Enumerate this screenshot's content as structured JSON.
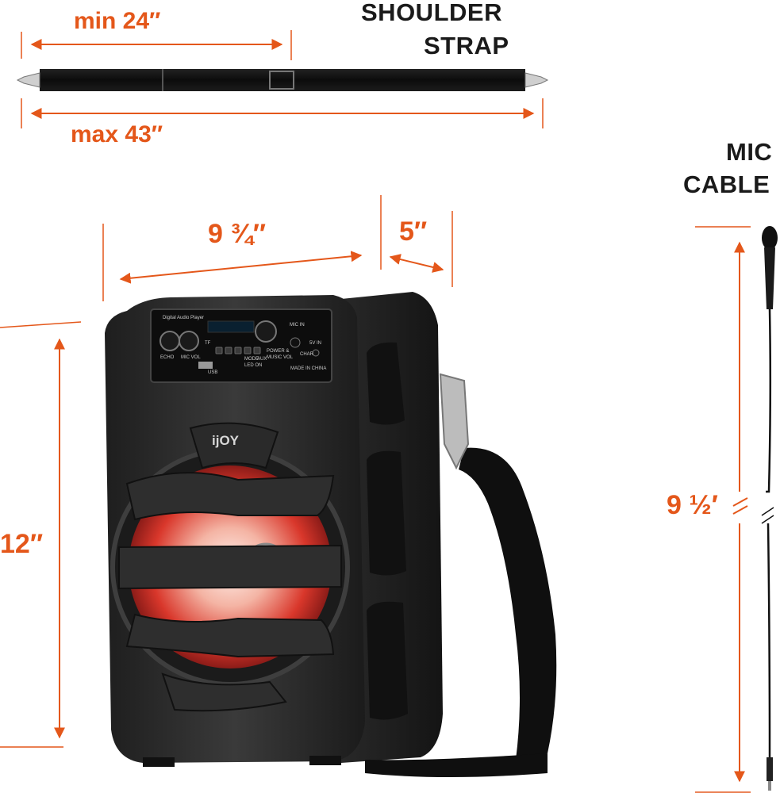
{
  "colors": {
    "accent": "#e4571a",
    "text_dark": "#1a1a1a",
    "speaker_body": "#2b2b2b",
    "background": "#ffffff"
  },
  "labels": {
    "strap_min": "min 24″",
    "strap_max": "max 43″",
    "strap_title_line1": "SHOULDER",
    "strap_title_line2": "STRAP",
    "mic_title_line1": "MIC",
    "mic_title_line2": "CABLE",
    "width": "9 ¾″",
    "depth": "5″",
    "height": "12″",
    "mic_length": "9 ½′"
  },
  "speaker": {
    "brand": "ijOY",
    "panel_title": "Digital Audio Player",
    "panel_mic_in": "MIC IN",
    "panel_echo": "ECHO",
    "panel_mic_vol": "MIC VOL",
    "panel_tf": "TF",
    "panel_usb": "USB",
    "panel_mode": "MODE",
    "panel_led": "LED ON",
    "panel_aux": "AUX",
    "panel_power": "POWER &",
    "panel_music_vol": "MUSIC VOL",
    "panel_charge": "CHAR",
    "panel_dc": "5V IN",
    "panel_made_in": "MADE IN CHINA"
  }
}
